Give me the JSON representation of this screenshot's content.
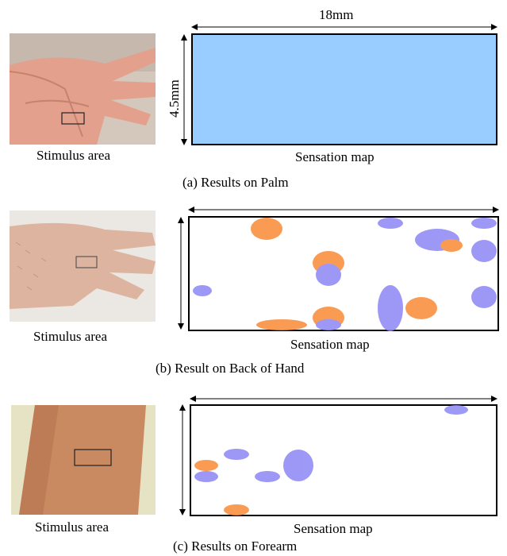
{
  "figure": {
    "panels": [
      {
        "id": "palm",
        "stimulus_label": "Stimulus area",
        "map_label": "Sensation map",
        "caption": "(a) Results on Palm",
        "width_label": "18mm",
        "height_label": "4.5mm",
        "map_fill": "#99ccff"
      },
      {
        "id": "back-of-hand",
        "stimulus_label": "Stimulus area",
        "map_label": "Sensation map",
        "caption": "(b) Result on Back of Hand"
      },
      {
        "id": "forearm",
        "stimulus_label": "Stimulus area",
        "map_label": "Sensation map",
        "caption": "(c) Results on Forearm"
      }
    ],
    "colors": {
      "orange_spot": "#f98a36",
      "blue_spot": "#8c87f5",
      "skin": "#d89a82",
      "border": "#000000"
    }
  }
}
